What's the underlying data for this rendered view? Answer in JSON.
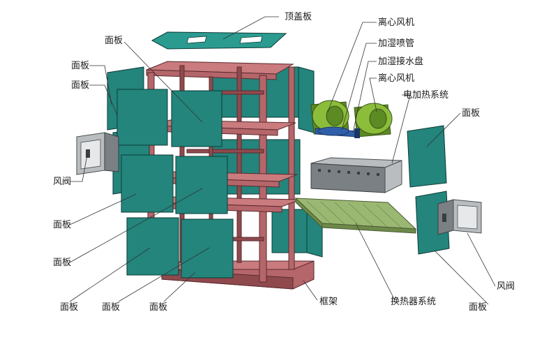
{
  "labels": {
    "top_cover": "顶盖板",
    "panel_top_mid": "面板",
    "panel_left_1": "面板",
    "panel_left_2": "面板",
    "damper_left": "风阀",
    "panel_left_3": "面板",
    "panel_left_4": "面板",
    "panel_bottom_1": "面板",
    "panel_bottom_2": "面板",
    "panel_bottom_3": "面板",
    "frame": "框架",
    "fan_1": "离心风机",
    "humid_pipe": "加湿喷管",
    "humid_tray": "加湿接水盘",
    "fan_2": "离心风机",
    "heater": "电加热系统",
    "panel_right_1": "面板",
    "damper_right": "风阀",
    "panel_right_2": "面板",
    "heat_exchanger": "换热器系统"
  },
  "colors": {
    "panel": "#23857c",
    "frame": "#b5666a",
    "fan": "#8bbd3a",
    "heater": "#b9bdbf",
    "pipe": "#2f5fa8"
  }
}
